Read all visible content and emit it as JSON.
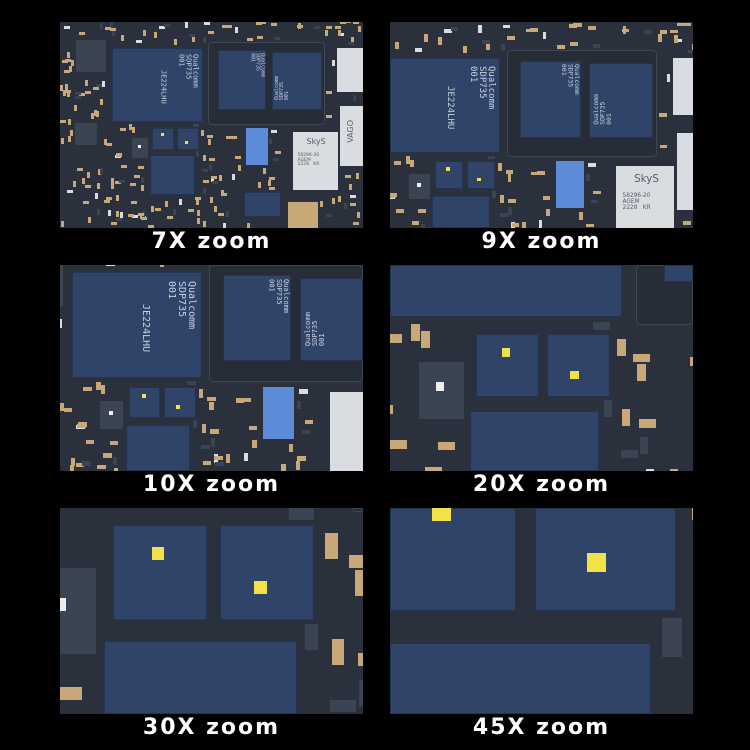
{
  "panels": [
    {
      "label": "7X zoom",
      "zoom": 7
    },
    {
      "label": "9X zoom",
      "zoom": 9
    },
    {
      "label": "10X zoom",
      "zoom": 10
    },
    {
      "label": "20X zoom",
      "zoom": 20
    },
    {
      "label": "30X zoom",
      "zoom": 30
    },
    {
      "label": "45X zoom",
      "zoom": 45
    }
  ],
  "board": {
    "main_chip_text": "Qualcomm\nSDP735\n001",
    "main_chip_code": "JE224LHU",
    "chip2_text": "Qualcomm\nSDP735\n001",
    "chip3_text": "Qualcomm\nSDP735\n001",
    "skys_brand": "SkyS",
    "skys_code": "58296-20\nAGEM\n2228   KR",
    "vago_text": "VAGO"
  },
  "colors": {
    "board": "#2a313c",
    "chip": "#2f4468",
    "pad": "#c8a878",
    "highlight_chip": "#5d8bd8",
    "marker": "#f2e24a"
  }
}
